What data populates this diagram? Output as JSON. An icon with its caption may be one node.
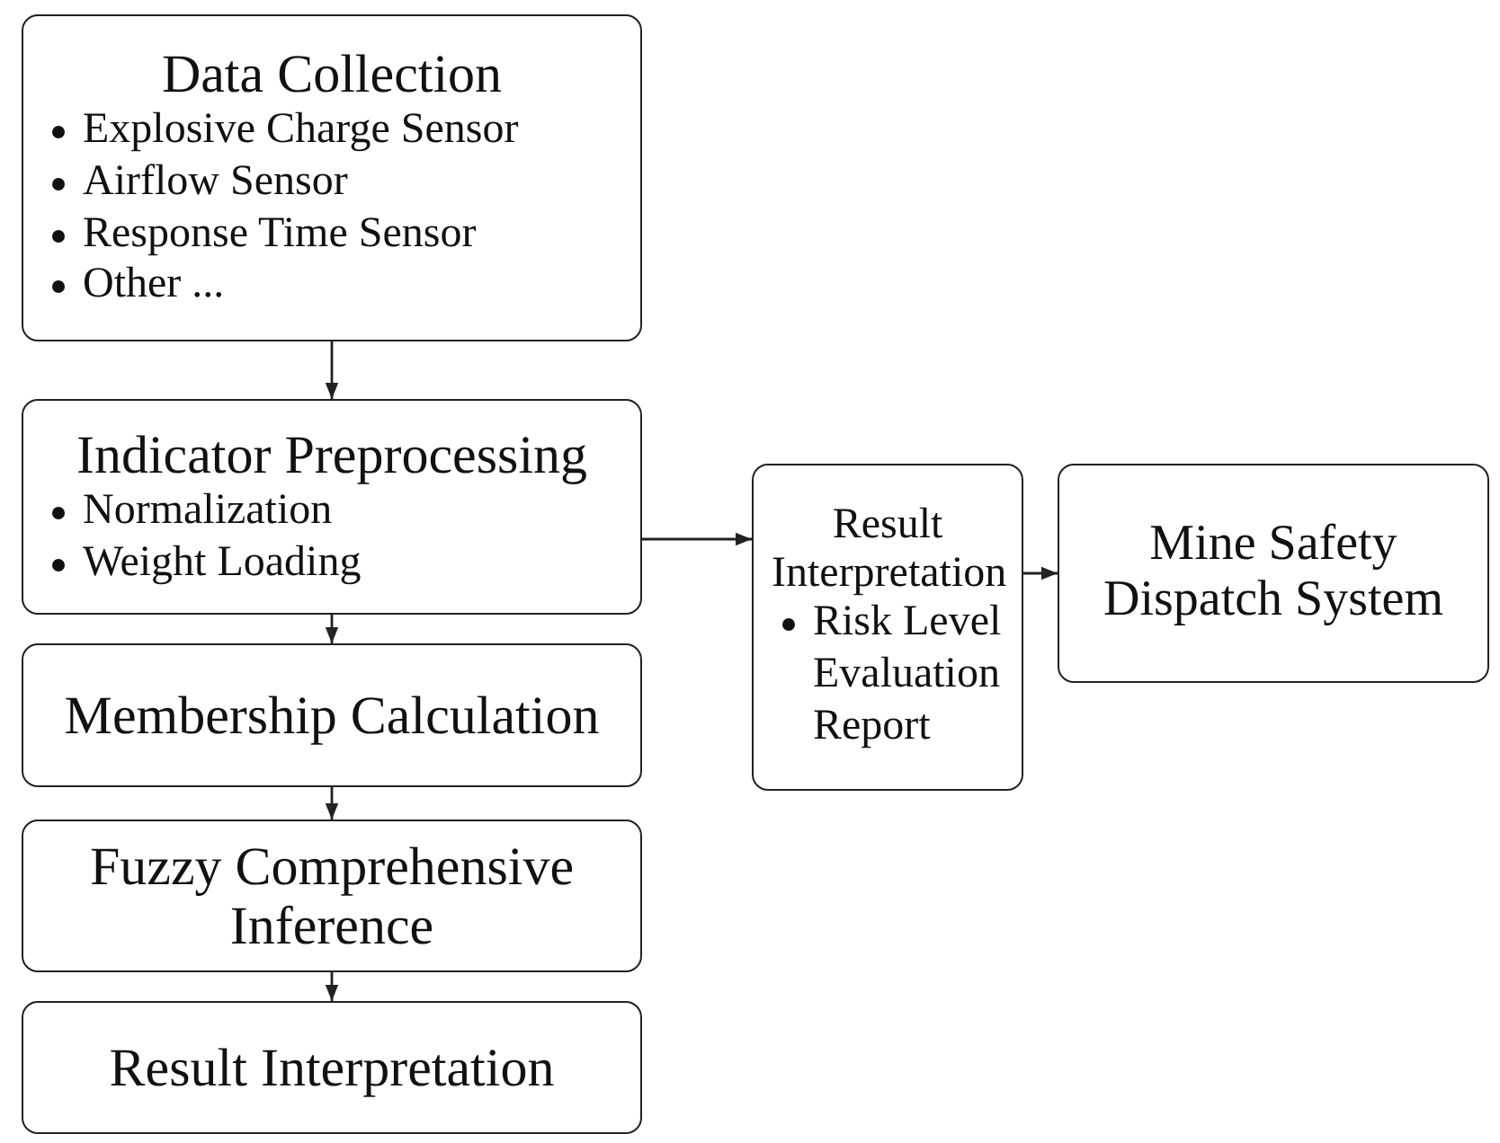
{
  "diagram": {
    "nodes": [
      {
        "text": [
          "Data Collection",
          "Explosive Charge Sensor",
          "Airflow Sensor",
          "Response Time Sensor",
          "Other ..."
        ]
      },
      {
        "text": [
          "Indicator Preprocessing",
          "Normalization",
          "Weight Loading"
        ]
      },
      {
        "text": [
          "Membership Calculation"
        ]
      },
      {
        "text": [
          "Fuzzy Comprehensive Inference"
        ]
      },
      {
        "text": [
          "Result Interpretation"
        ]
      },
      {
        "text": [
          "Result Interpretation",
          "Risk Level Evaluation Report"
        ]
      },
      {
        "text": [
          "Mine Safety Dispatch System"
        ]
      }
    ],
    "edges": [
      {
        "from": 0,
        "to": 1,
        "arrow": "to"
      },
      {
        "from": 1,
        "to": 2,
        "arrow": "to"
      },
      {
        "from": 2,
        "to": 3,
        "arrow": "to"
      },
      {
        "from": 3,
        "to": 4,
        "arrow": "to"
      },
      {
        "from": 1,
        "to": 5,
        "arrow": "to"
      },
      {
        "from": 5,
        "to": 6,
        "arrow": "to"
      }
    ]
  }
}
